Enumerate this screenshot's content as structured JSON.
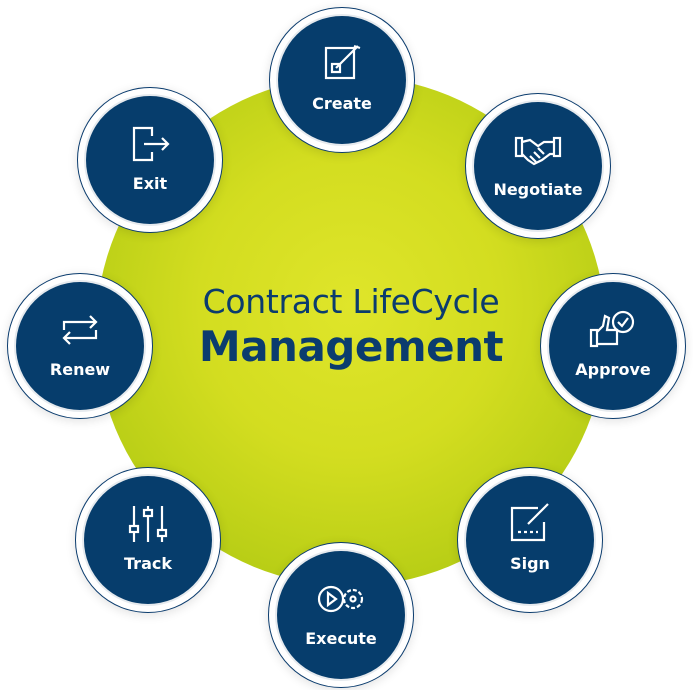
{
  "title": {
    "line1": "Contract LifeCycle",
    "line2": "Management"
  },
  "stages": [
    {
      "label": "Create",
      "icon": "edit-document-icon"
    },
    {
      "label": "Negotiate",
      "icon": "handshake-icon"
    },
    {
      "label": "Approve",
      "icon": "thumbs-up-check-icon"
    },
    {
      "label": "Sign",
      "icon": "signature-icon"
    },
    {
      "label": "Execute",
      "icon": "play-gear-icon"
    },
    {
      "label": "Track",
      "icon": "sliders-icon"
    },
    {
      "label": "Renew",
      "icon": "renew-arrows-icon"
    },
    {
      "label": "Exit",
      "icon": "exit-door-icon"
    }
  ],
  "colors": {
    "navy": "#063d6c",
    "green": "#c9d81b"
  }
}
